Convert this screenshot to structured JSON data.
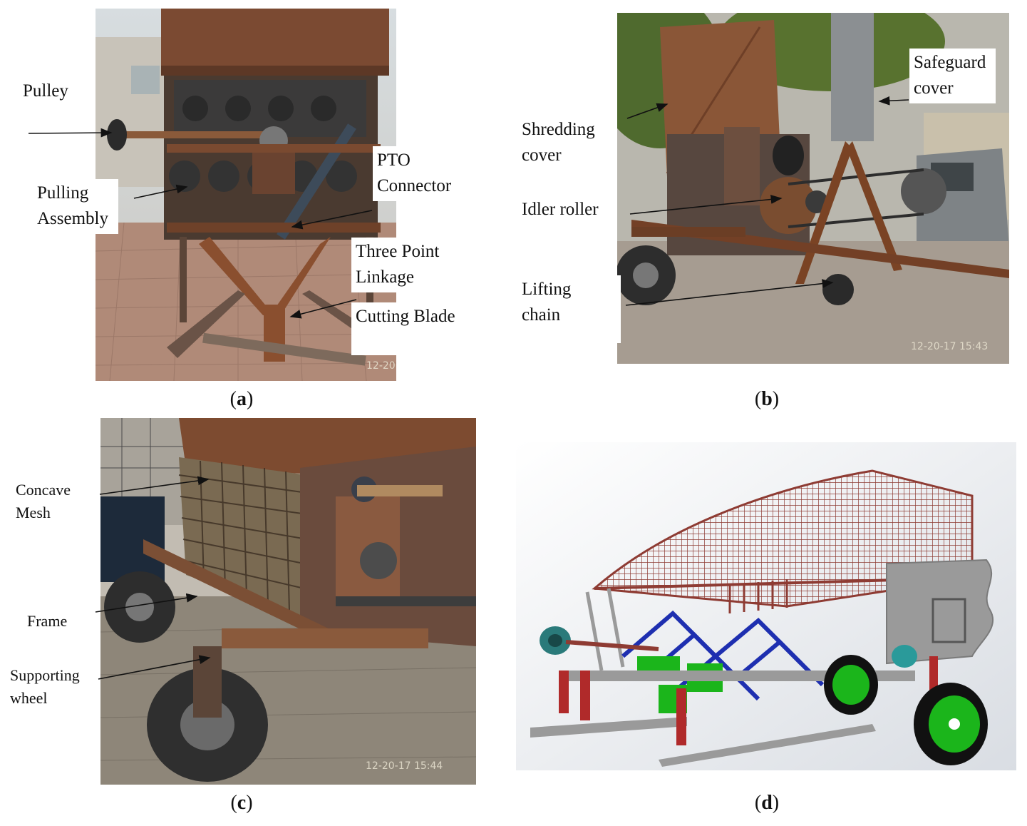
{
  "panels": {
    "a": {
      "caption_letter": "a",
      "labels": {
        "pulley": "Pulley",
        "pulling_1": "Pulling",
        "pulling_2": "Assembly",
        "pto_1": "PTO",
        "pto_2": "Connector",
        "linkage_1": "Three Point",
        "linkage_2": "Linkage",
        "blade": "Cutting Blade"
      },
      "timestamp": "12-20"
    },
    "b": {
      "caption_letter": "b",
      "labels": {
        "safeguard_1": "Safeguard",
        "safeguard_2": "cover",
        "shredding_1": "Shredding",
        "shredding_2": "cover",
        "idler": "Idler roller",
        "lifting_1": "Lifting",
        "lifting_2": "chain"
      },
      "timestamp": "12-20-17 15:43"
    },
    "c": {
      "caption_letter": "c",
      "labels": {
        "concave_1": "Concave",
        "concave_2": "Mesh",
        "frame": "Frame",
        "wheel_1": "Supporting",
        "wheel_2": "wheel"
      },
      "timestamp": "12-20-17 15:44"
    },
    "d": {
      "caption_letter": "d"
    }
  },
  "colors": {
    "rust": "#8a4a2c",
    "brick": "#b08a78",
    "model_frame": "#8e3b33",
    "model_blue": "#1e2fb0",
    "model_green": "#1bb51b",
    "model_grey": "#9a9a9a"
  }
}
